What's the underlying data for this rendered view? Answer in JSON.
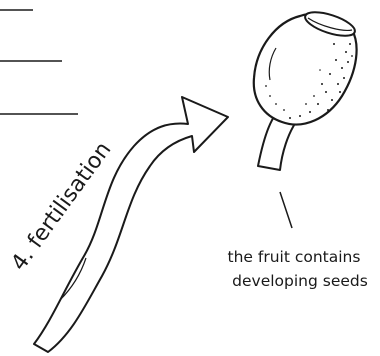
{
  "step": {
    "label": "4. fertilisation"
  },
  "fruit": {
    "caption_line1": "the fruit contains",
    "caption_line2": "developing seeds"
  }
}
